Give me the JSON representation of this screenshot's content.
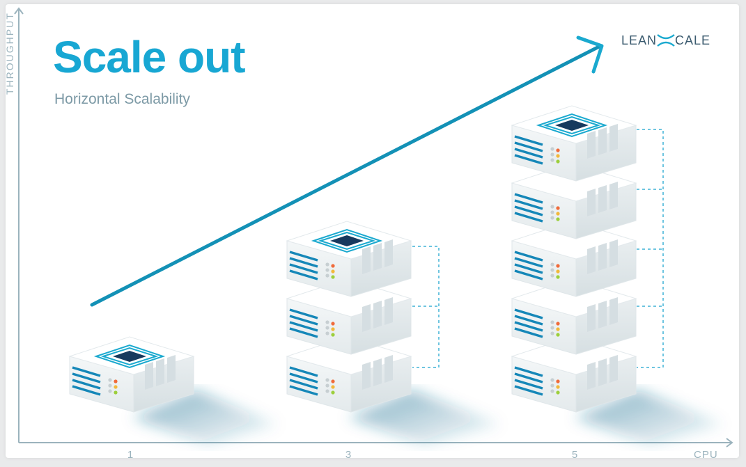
{
  "title": "Scale out",
  "subtitle": "Horizontal Scalability",
  "logo": {
    "text_left": "LEAN",
    "text_right": "CALE",
    "mark_icon": "leanxcale-x-icon"
  },
  "axes": {
    "y_label": "THROUGHPUT",
    "x_label": "CPU"
  },
  "colors": {
    "accent": "#18a7d3",
    "arrow": "#1391b6",
    "server_top": "#ffffff",
    "chip": "#173a5e",
    "axis": "#9bb3bd"
  },
  "chart_data": {
    "type": "diagram",
    "categories": [
      "1",
      "3",
      "5"
    ],
    "values": [
      1,
      3,
      5
    ],
    "xlabel": "CPU",
    "ylabel": "THROUGHPUT"
  }
}
